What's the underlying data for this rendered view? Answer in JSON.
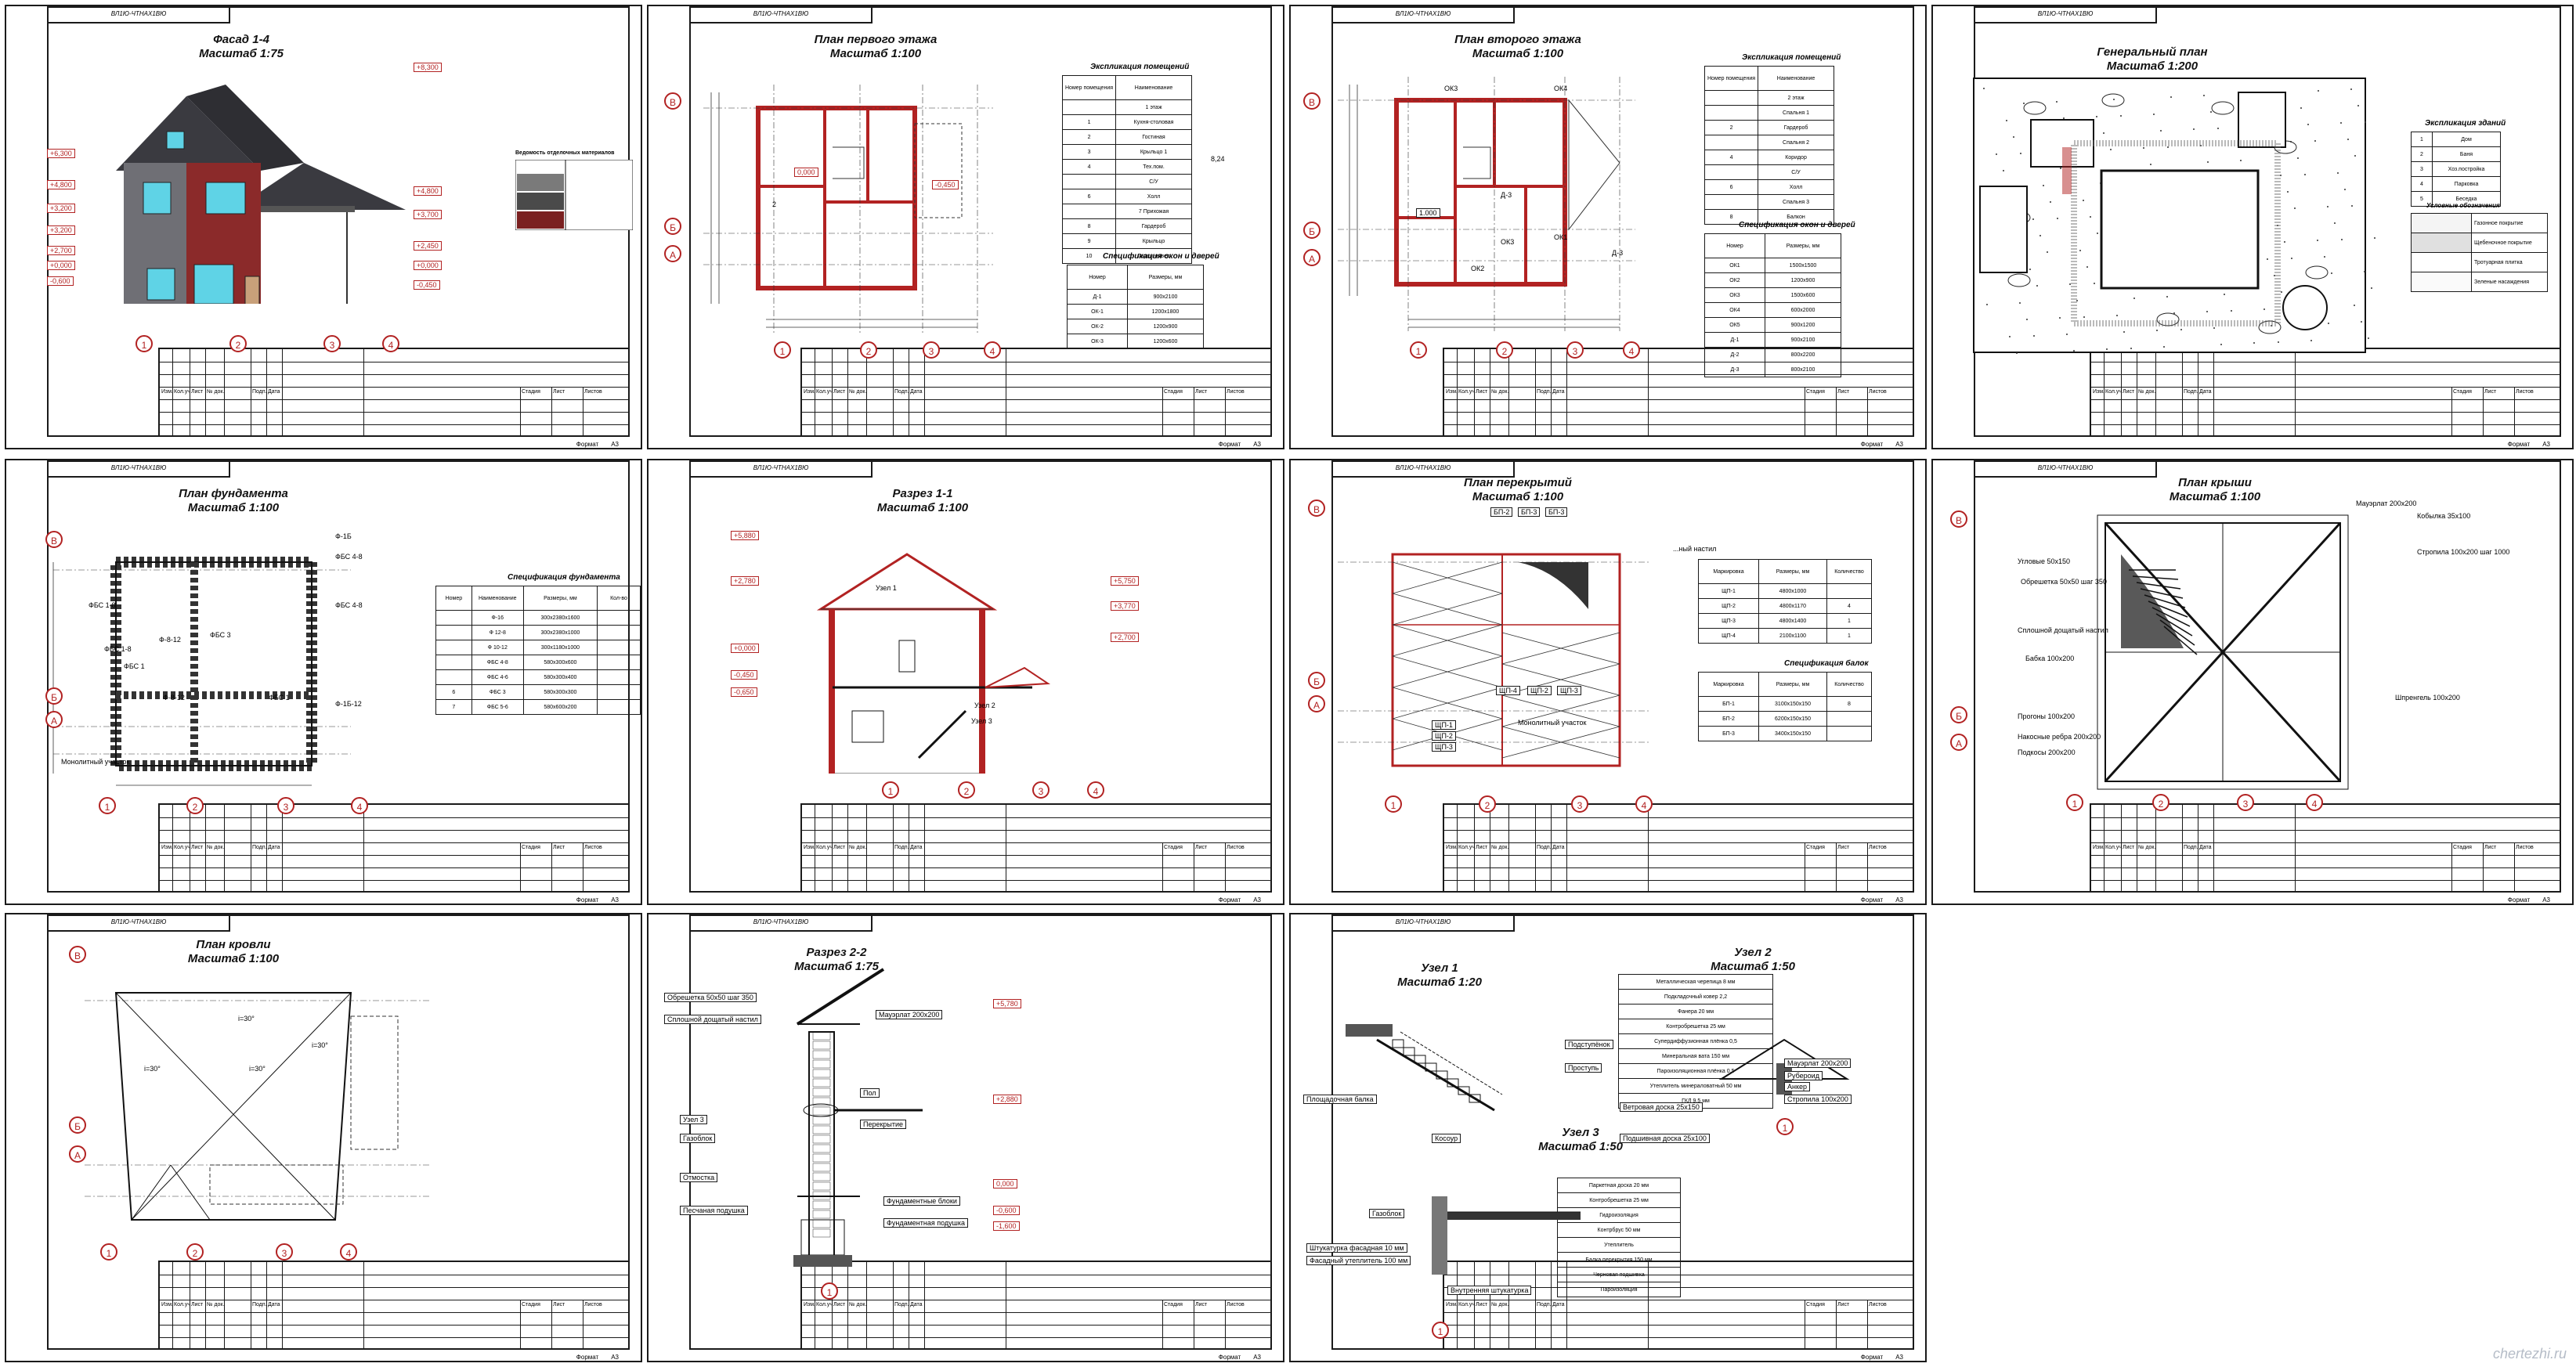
{
  "sheet_code": "ВЛ1Ю-ЧТНАХ1ВЮ",
  "stamp": {
    "cols": [
      "Изм.",
      "Кол.уч",
      "Лист",
      "№ док.",
      "Подп.",
      "Дата"
    ],
    "stage": "Стадия",
    "sheet": "Лист",
    "sheets": "Листов",
    "format": "Формат",
    "format_value": "А3"
  },
  "sheets": {
    "s1": {
      "title": "Фасад 1-4",
      "scale": "Масштаб 1:75",
      "levels": [
        "+8,300",
        "+6,300",
        "+4,800",
        "+3,200",
        "+3,200",
        "+2,700",
        "+0,000",
        "-0,600",
        "-0,450",
        "+0,000",
        "+2,450",
        "+3,700",
        "+4,800"
      ],
      "axes": [
        "1",
        "2",
        "3",
        "4"
      ],
      "legend_caption": "Ведомость отделочных материалов"
    },
    "s2": {
      "title": "План первого этажа",
      "scale": "Масштаб 1:100",
      "axes_x": [
        "1",
        "2",
        "3",
        "4"
      ],
      "axes_y": [
        "В",
        "Б",
        "А"
      ],
      "level": "-0,450",
      "level2": "0,000",
      "label_mark": "2",
      "exp_caption": "Экспликация помещений",
      "exp_head": [
        "Номер помещения",
        "Наименование"
      ],
      "exp_rows": [
        [
          "",
          "1 этаж"
        ],
        [
          "1",
          "Кухня-столовая"
        ],
        [
          "2",
          "Гостиная"
        ],
        [
          "3",
          "Крыльцо 1"
        ],
        [
          "4",
          "Тех.пом."
        ],
        [
          "",
          "С/У"
        ],
        [
          "6",
          "Холл"
        ],
        [
          "",
          "7 Прихожая"
        ],
        [
          "8",
          "Гардероб"
        ],
        [
          "9",
          "Крыльцо"
        ],
        [
          "10",
          "Гараж-навес"
        ]
      ],
      "area_note": "8,24",
      "spec_caption": "Спецификация окон и дверей",
      "spec_head": [
        "Номер",
        "Размеры, мм"
      ],
      "spec_rows": [
        [
          "Д-1",
          "900x2100"
        ],
        [
          "ОК-1",
          "1200x1800"
        ],
        [
          "ОК-2",
          "1200x900"
        ],
        [
          "ОК-3",
          "1200x600"
        ]
      ]
    },
    "s3": {
      "title": "План второго этажа",
      "scale": "Масштаб 1:100",
      "axes_x": [
        "1",
        "2",
        "3",
        "4"
      ],
      "axes_y": [
        "В",
        "Б",
        "А"
      ],
      "marks": [
        "ОК3",
        "ОК4",
        "ОК2",
        "ОК1",
        "ОК3",
        "Д-3",
        "Д-3",
        "1.000"
      ],
      "exp_caption": "Экспликация помещений",
      "exp_head": [
        "Номер помещения",
        "Наименование"
      ],
      "exp_rows": [
        [
          "",
          "2 этаж"
        ],
        [
          "",
          "Спальня 1"
        ],
        [
          "2",
          "Гардероб"
        ],
        [
          "",
          "Спальня 2"
        ],
        [
          "4",
          "Коридор"
        ],
        [
          "",
          "С/У"
        ],
        [
          "6",
          "Холл"
        ],
        [
          "",
          "Спальня 3"
        ],
        [
          "8",
          "Балкон"
        ]
      ],
      "spec_caption": "Спецификация окон и дверей",
      "spec_head": [
        "Номер",
        "Размеры, мм"
      ],
      "spec_rows": [
        [
          "ОК1",
          "1500x1500"
        ],
        [
          "ОК2",
          "1200x900"
        ],
        [
          "ОК3",
          "1500x600"
        ],
        [
          "ОК4",
          "600x2000"
        ],
        [
          "ОК5",
          "900x1200"
        ],
        [
          "Д-1",
          "900x2100"
        ],
        [
          "Д-2",
          "800x2200"
        ],
        [
          "Д-3",
          "800x2100"
        ]
      ]
    },
    "s4": {
      "title": "Генеральный план",
      "scale": "Масштаб 1:200",
      "exp_caption": "Экспликация зданий",
      "exp_rows": [
        [
          "1",
          "Дом"
        ],
        [
          "2",
          "Баня"
        ],
        [
          "3",
          "Хоз.постройка"
        ],
        [
          "4",
          "Парковка"
        ],
        [
          "5",
          "Беседка"
        ]
      ],
      "legend_caption": "Условные обозначения",
      "legend_rows": [
        "Газонное покрытие",
        "Щебеночное покрытие",
        "Тротуарная плитка",
        "Зеленые насаждения"
      ]
    },
    "s5": {
      "title": "План фундамента",
      "scale": "Масштаб 1:100",
      "axes_x": [
        "1",
        "2",
        "3",
        "4"
      ],
      "axes_y": [
        "В",
        "Б",
        "А"
      ],
      "labels": [
        "Ф-1Б",
        "ФБС 4-8",
        "ФБС 1-8",
        "ФБС 3",
        "Ф-8-12",
        "ФБС 4-8",
        "ФБС 1-8",
        "ФБС 1",
        "Ф-8-12",
        "ФБС 1",
        "Ф-1Б-12",
        "Монолитный участок"
      ],
      "spec_caption": "Спецификация фундамента",
      "spec_head": [
        "Номер",
        "Наименование",
        "Размеры, мм",
        "Кол-во"
      ],
      "spec_rows": [
        [
          "",
          "Ф-16",
          "300x2380x1600",
          ""
        ],
        [
          "",
          "Ф 12-8",
          "300x2380x1000",
          ""
        ],
        [
          "",
          "Ф 10-12",
          "300x1180x1000",
          ""
        ],
        [
          "",
          "ФБС 4-8",
          "580x300x600",
          ""
        ],
        [
          "",
          "ФБС 4-6",
          "580x300x400",
          ""
        ],
        [
          "6",
          "ФБС 3",
          "580x300x300",
          ""
        ],
        [
          "7",
          "ФБС 5-6",
          "580x600x200",
          ""
        ]
      ]
    },
    "s6": {
      "title": "Разрез 1-1",
      "scale": "Масштаб 1:100",
      "axes": [
        "1",
        "2",
        "3",
        "4"
      ],
      "labels": [
        "Узел 1",
        "Узел 2",
        "Узел 3"
      ],
      "levels": [
        "+5,880",
        "+2,780",
        "+0,000",
        "-0,450",
        "+5,750",
        "+3,770",
        "+2,700",
        "-0,650"
      ]
    },
    "s7": {
      "title": "План перекрытий",
      "scale": "Масштаб 1:100",
      "axes_x": [
        "1",
        "2",
        "3",
        "4"
      ],
      "axes_y": [
        "В",
        "Б",
        "А"
      ],
      "beam_labels": [
        "БП-2",
        "БП-3",
        "БП-3",
        "ЩП-1",
        "ЩП-2",
        "ЩП-3",
        "ЩП-4",
        "ЩП-2",
        "ЩП-3",
        "Монолитный участок"
      ],
      "cap_left": "...ный настил",
      "spec1_caption": "",
      "spec1_head": [
        "Маркировка",
        "Размеры, мм",
        "Количество"
      ],
      "spec1_rows": [
        [
          "ЩП-1",
          "4800x1000",
          ""
        ],
        [
          "ЩП-2",
          "4800x1170",
          "4"
        ],
        [
          "ЩП-3",
          "4800x1400",
          "1"
        ],
        [
          "ЩП-4",
          "2100x1100",
          "1"
        ]
      ],
      "spec2_caption": "Спецификация балок",
      "spec2_head": [
        "Маркировка",
        "Размеры, мм",
        "Количество"
      ],
      "spec2_rows": [
        [
          "БП-1",
          "3100x150x150",
          "8"
        ],
        [
          "БП-2",
          "6200x150x150",
          ""
        ],
        [
          "БП-3",
          "3400x150x150",
          ""
        ]
      ]
    },
    "s8": {
      "title": "План крыши",
      "scale": "Масштаб 1:100",
      "axes_x": [
        "1",
        "2",
        "3",
        "4"
      ],
      "axes_y": [
        "В",
        "Б",
        "А"
      ],
      "labels": [
        "Мауэрлат 200x200",
        "Кобылка 35x100",
        "Стропила 100x200 шаг 1000",
        "Угловые 50x150",
        "Обрешетка 50x50 шаг 350",
        "Сплошной дощатый настил",
        "Бабка 100x200",
        "Прогоны 100x200",
        "Шпренгель 100x200",
        "Накосные ребра 200x200",
        "Подкосы 200x200"
      ]
    },
    "s9": {
      "title": "План кровли",
      "scale": "Масштаб 1:100",
      "axes_x": [
        "1",
        "2",
        "3",
        "4"
      ],
      "axes_y": [
        "В",
        "Б",
        "А"
      ],
      "slopes": [
        "i=30°",
        "i=30°",
        "i=30°",
        "i=30°"
      ]
    },
    "s10": {
      "title": "Разрез 2-2",
      "scale": "Масштаб 1:75",
      "labels": [
        "Обрешетка 50x50 шаг 350",
        "Сплошной дощатый настил",
        "Мауэрлат 200x200",
        "Пол",
        "Перекрытие",
        "Узел 3",
        "Газоблок",
        "Отмостка",
        "Фундаментные блоки",
        "Фундаментная подушка",
        "Песчаная подушка"
      ],
      "levels": [
        "+5,780",
        "+2,880",
        "0,000",
        "-0,600",
        "-1,600"
      ],
      "axis": "1"
    },
    "s11": {
      "u1_title": "Узел 1",
      "u1_scale": "Масштаб 1:20",
      "u1_labels": [
        "Площадочная балка",
        "Подступёнок",
        "Проступь",
        "Косоур"
      ],
      "u2_title": "Узел 2",
      "u2_scale": "Масштаб 1:50",
      "u2_layers": [
        "Металлическая черепица 8 мм",
        "Подкладочный ковер 2,2",
        "Фанера 20 мм",
        "Контробрешетка 25 мм",
        "Супердиффузионная плёнка 0,5",
        "Минеральная вата 150 мм",
        "Пароизоляционная плёнка 0,5",
        "Утеплитель минераловатный 50 мм",
        "ГКЛ 9,5 мм"
      ],
      "u2_labels": [
        "Мауэрлат 200x200",
        "Рубероид",
        "Анкер",
        "Ветровая доска 25x150",
        "Подшивная доска 25x100",
        "Стропила 100x200"
      ],
      "u3_title": "Узел 3",
      "u3_scale": "Масштаб 1:50",
      "u3_layers": [
        "Паркетная доска 20 мм",
        "Контробрешетка 25 мм",
        "Гидроизоляция",
        "Контрбрус 50 мм",
        "Утеплитель",
        "Балка перекрытия 150 мм",
        "Черновая подшивка",
        "Пароизоляция"
      ],
      "u3_labels": [
        "Газоблок",
        "Штукатурка фасадная 10 мм",
        "Фасадный утеплитель 100 мм",
        "Внутренняя штукатурка"
      ],
      "axis": "1"
    }
  },
  "watermark": "chertezhi.ru",
  "colors": {
    "red": "#b22222",
    "grey_wall": "#6f6f75",
    "brick": "#8b2a2a",
    "roof": "#3a3a40",
    "window": "#5fd3e6"
  }
}
